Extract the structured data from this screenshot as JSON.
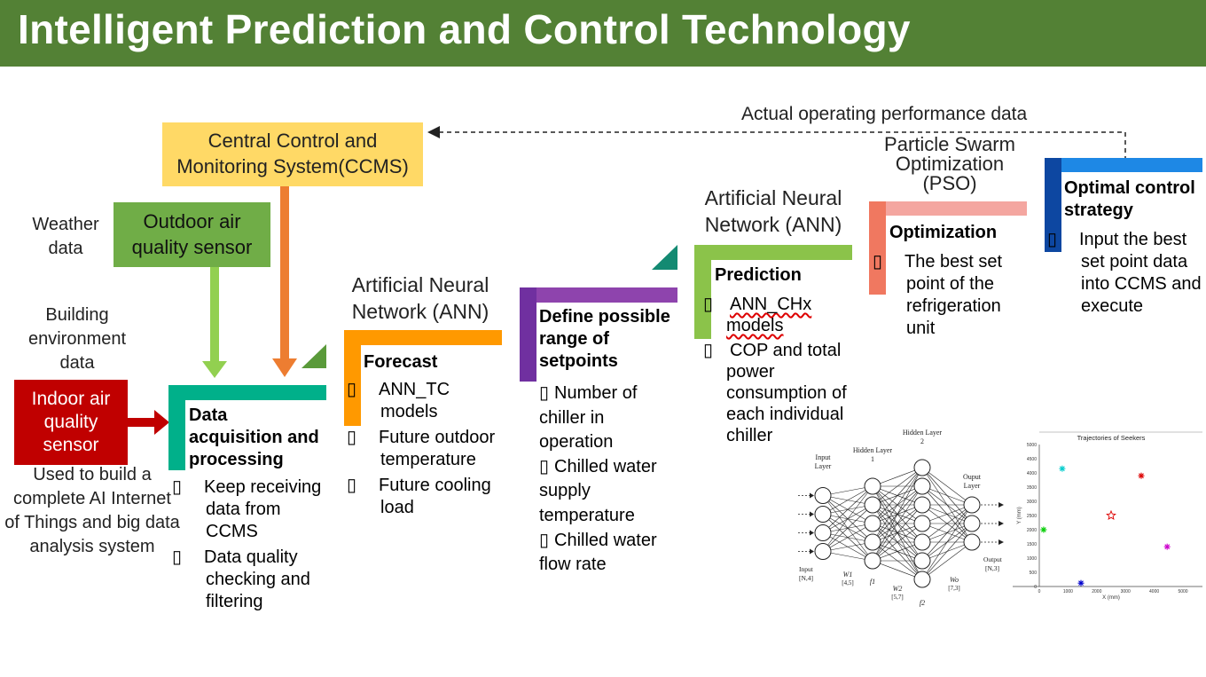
{
  "title": "Intelligent Prediction and Control Technology",
  "feedback_label": "Actual operating performance data",
  "ccms_label": "Central Control and Monitoring System(CCMS)",
  "outdoor_sensor_label": "Outdoor air quality sensor",
  "weather_label": "Weather data",
  "building_label": "Building environment data",
  "indoor_sensor_label": "Indoor air quality sensor",
  "iot_note": "Used to build a complete AI Internet of Things and big data analysis system",
  "colors": {
    "title_bar": "#538135",
    "ccms": "#ffd966",
    "outdoor_sensor": "#70ad47",
    "indoor_sensor": "#c00000",
    "arrow_green": "#92d050",
    "arrow_orange": "#ed7d31"
  },
  "steps": [
    {
      "title": "Data acquisition and processing",
      "bullets": [
        "Keep receiving data from CCMS",
        "Data quality checking and filtering"
      ],
      "color": "#00b08a"
    },
    {
      "heading": "Artificial Neural Network (ANN)",
      "title": "Forecast",
      "bullets": [
        "ANN_TC models",
        "Future outdoor temperature",
        "Future cooling load"
      ],
      "color": "#ff9900"
    },
    {
      "title": "Define possible range of setpoints",
      "bullets": [
        "Number of chiller in operation",
        "Chilled water supply temperature",
        "Chilled water flow rate"
      ],
      "color": "#7030a0"
    },
    {
      "heading": "Artificial Neural Network (ANN)",
      "title": "Prediction",
      "bullets": [
        "ANN_CHx models",
        "COP and total power consumption of each individual chiller"
      ],
      "color": "#8bc34a"
    },
    {
      "heading": "Particle Swarm Optimization (PSO)",
      "title": "Optimization",
      "bullets": [
        "The best set point of the refrigeration unit"
      ],
      "color": "#f07860"
    },
    {
      "title": "Optimal control strategy",
      "bullets": [
        "Input the best set point data into CCMS and execute"
      ],
      "color": "#1565c0"
    }
  ],
  "nn_figure": {
    "layers": [
      {
        "name": "Input Layer",
        "nodes": 4
      },
      {
        "name": "Hidden Layer 1",
        "nodes": 5
      },
      {
        "name": "Hidden Layer 2",
        "nodes": 7
      },
      {
        "name": "Ouput Layer",
        "nodes": 3
      }
    ],
    "input_caption": "Input [N,4]",
    "output_caption": "Output [N,3]",
    "weight_labels": [
      "W1 [4,5]",
      "W2 [5,7]",
      "Wo [7,3]"
    ],
    "f_labels": [
      "f1",
      "f2"
    ]
  },
  "chart_data": {
    "type": "scatter",
    "title": "Trajectories of Seekers",
    "xlabel": "X (mm)",
    "ylabel": "Y (mm)",
    "xlim": [
      0,
      5000
    ],
    "ylim": [
      0,
      5000
    ],
    "xticks": [
      0,
      1000,
      2000,
      3000,
      4000,
      5000
    ],
    "yticks": [
      0,
      500,
      1000,
      1500,
      2000,
      2500,
      3000,
      3500,
      4000,
      4500,
      5000
    ],
    "points": [
      {
        "x": 800,
        "y": 4150,
        "color": "#00cccc",
        "marker": "asterisk"
      },
      {
        "x": 3550,
        "y": 3900,
        "color": "#dd0000",
        "marker": "asterisk"
      },
      {
        "x": 2500,
        "y": 2500,
        "color": "#dd0000",
        "marker": "star"
      },
      {
        "x": 150,
        "y": 2000,
        "color": "#00cc00",
        "marker": "asterisk"
      },
      {
        "x": 4450,
        "y": 1400,
        "color": "#cc00cc",
        "marker": "asterisk"
      },
      {
        "x": 1450,
        "y": 120,
        "color": "#0000cc",
        "marker": "asterisk"
      }
    ]
  }
}
